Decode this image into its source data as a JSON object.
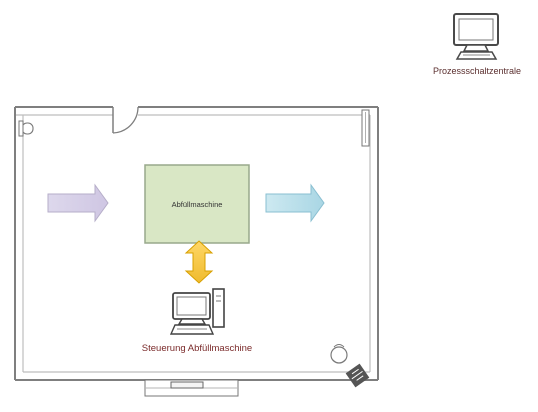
{
  "remote_station": {
    "label": "Prozessschaltzentrale"
  },
  "machine": {
    "label": "Abfüllmaschine",
    "fill_color": "#d9e7c5"
  },
  "control_station": {
    "label": "Steuerung Abfüllmaschine",
    "label_color": "#7a2a2a"
  },
  "flows": {
    "input_arrow_color": "#d8d1e7",
    "output_arrow_color": "#b8dce8",
    "control_arrow_color": "#f6c646"
  },
  "room": {
    "wall_color": "#7f7f7f"
  }
}
